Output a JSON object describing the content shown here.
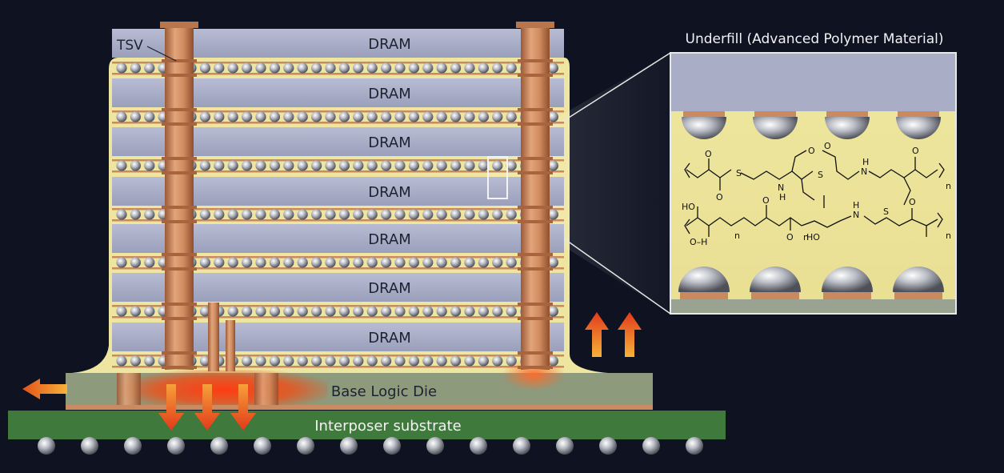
{
  "labels": {
    "tsv": "TSV",
    "dram": [
      "DRAM",
      "DRAM",
      "DRAM",
      "DRAM",
      "DRAM",
      "DRAM",
      "DRAM"
    ],
    "base_logic_die": "Base Logic Die",
    "interposer": "Interposer substrate",
    "underfill_title": "Underfill (Advanced Polymer Material)"
  },
  "chem_labels": {
    "s1": "S",
    "s2": "S",
    "s3": "S",
    "n1": "N",
    "n2": "N",
    "n3": "N",
    "h1": "H",
    "h2": "H",
    "h3": "H",
    "o1": "O",
    "o2": "O",
    "o3": "O",
    "o4": "O",
    "o5": "O",
    "o6": "O",
    "o7": "O",
    "o8": "O",
    "ho1": "HO",
    "ho2": "HO",
    "oh": "O–H",
    "n_sub1": "n",
    "n_sub2": "n",
    "n_sub3": "n",
    "n_sub4": "n"
  },
  "colors": {
    "background": "#0f1221",
    "dram_layer": "#a9aec8",
    "underfill": "#f1e9a2",
    "tsv_copper": "#c88a5e",
    "base_die": "#8e9a7c",
    "interposer": "#3f7a3c",
    "heat_red": "#e23a1a",
    "heat_orange": "#f49b2a"
  }
}
